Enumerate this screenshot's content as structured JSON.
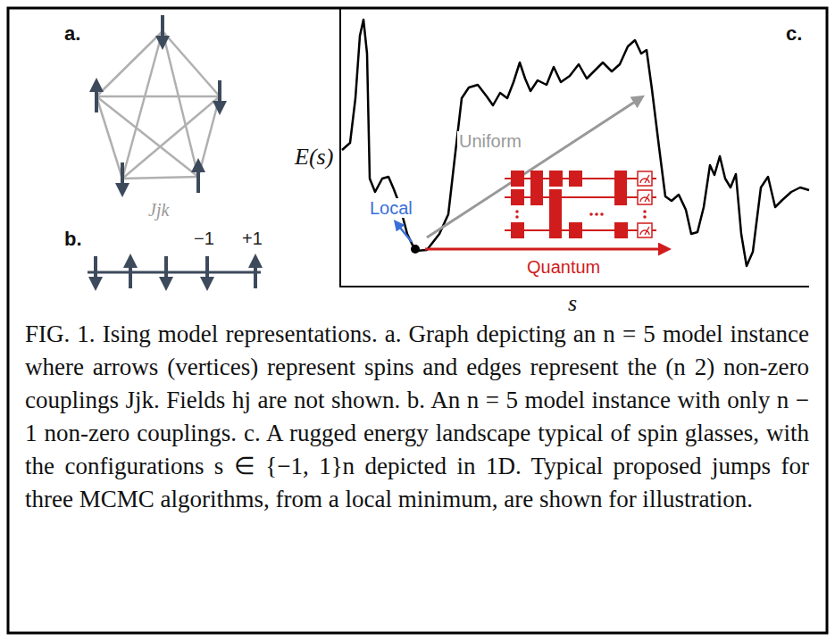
{
  "diagram": {
    "caption": "FIG. 1. Ising model representations. a. Graph depicting an n = 5 model instance where arrows (vertices) represent spins and edges represent the (n 2) non-zero couplings Jjk. Fields hj are not shown. b. An n = 5 model instance with only n − 1 non-zero couplings. c. A rugged energy landscape typical of spin glasses, with the configurations s ∈ {−1, 1}n depicted in 1D. Typical proposed jumps for three MCMC algorithms, from a local minimum, are shown for illustration.",
    "labels": [
      "a.",
      "Jjk",
      "b.",
      "−1",
      "+1",
      "E(s)",
      "Uniform",
      "Local",
      "Quantum",
      "s",
      "c."
    ]
  }
}
